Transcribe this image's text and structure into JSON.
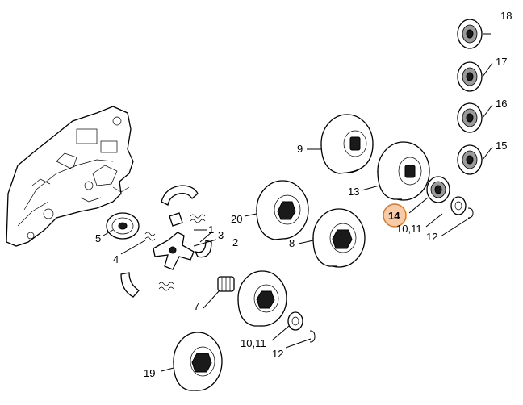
{
  "diagram": {
    "highlight_color": "#f0a060",
    "highlight_stroke": "#e07820",
    "callouts": {
      "c1": "1",
      "c2": "2",
      "c3": "3",
      "c4": "4",
      "c5": "5",
      "c10_11_upper": "10,11",
      "c10_11_lower": "10,11",
      "c12_upper": "12",
      "c12_lower": "12",
      "c13": "13",
      "c14": "14",
      "c15": "15",
      "c16": "16",
      "c17": "17",
      "c18": "18",
      "c19": "19",
      "c20": "20",
      "c7": "7",
      "c8": "8",
      "c9": "9"
    }
  }
}
